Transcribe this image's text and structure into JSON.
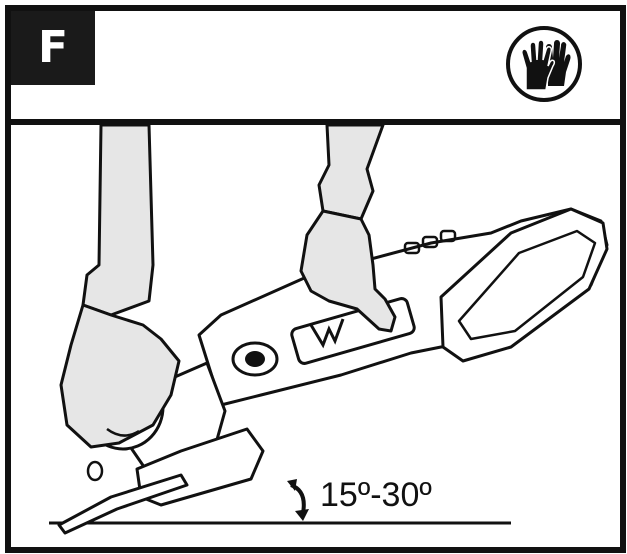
{
  "step": {
    "letter": "F"
  },
  "ppe": {
    "icon": "protective-gloves-icon"
  },
  "illustration": {
    "subject": "angle-grinder-held-with-two-gloved-hands",
    "angle_label": "15º-30º",
    "icon": "rotation-arrow-icon"
  },
  "colors": {
    "ink": "#111111",
    "paper": "#ffffff",
    "glove_fill": "#e6e6e6"
  }
}
